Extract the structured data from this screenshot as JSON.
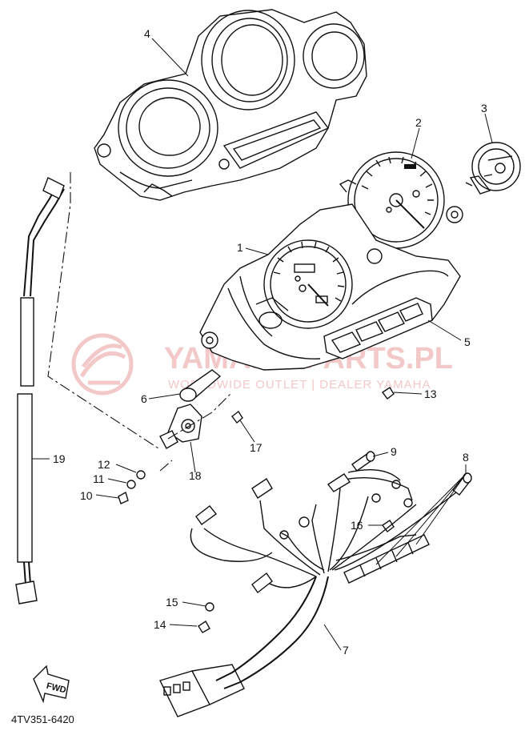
{
  "watermark": {
    "title": "YAMAHA-PARTS.PL",
    "subtitle": "WORLDWIDE OUTLET | DEALER YAMAHA"
  },
  "diagram_code": "4TV351-6420",
  "fwd_label": "FWD",
  "callouts": [
    {
      "id": "c1",
      "label": "1"
    },
    {
      "id": "c2",
      "label": "2"
    },
    {
      "id": "c3",
      "label": "3"
    },
    {
      "id": "c4",
      "label": "4"
    },
    {
      "id": "c5",
      "label": "5"
    },
    {
      "id": "c6",
      "label": "6"
    },
    {
      "id": "c7",
      "label": "7"
    },
    {
      "id": "c8",
      "label": "8"
    },
    {
      "id": "c9",
      "label": "9"
    },
    {
      "id": "c10",
      "label": "10"
    },
    {
      "id": "c11",
      "label": "11"
    },
    {
      "id": "c12",
      "label": "12"
    },
    {
      "id": "c13",
      "label": "13"
    },
    {
      "id": "c14",
      "label": "14"
    },
    {
      "id": "c15",
      "label": "15"
    },
    {
      "id": "c16",
      "label": "16"
    },
    {
      "id": "c17",
      "label": "17"
    },
    {
      "id": "c18",
      "label": "18"
    },
    {
      "id": "c19",
      "label": "19"
    }
  ]
}
